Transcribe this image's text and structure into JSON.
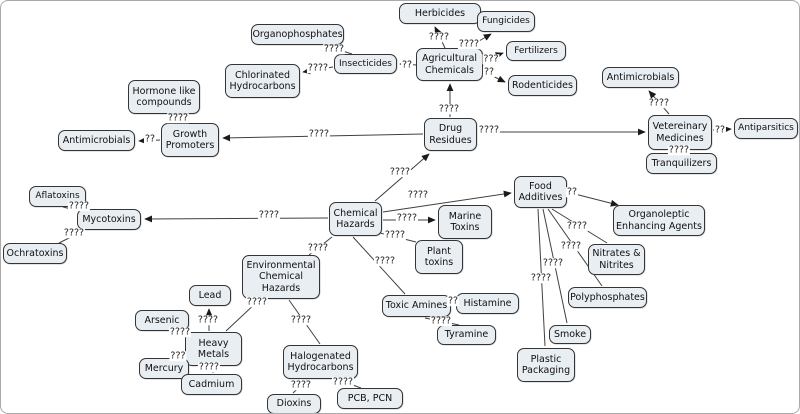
{
  "colors": {
    "background": "#ffffff",
    "node_fill": "#e9eef3",
    "node_border": "#343434",
    "edge_color": "#404040",
    "edge_label_color": "#1b1b1b"
  },
  "nodes": [
    {
      "id": "herbicides",
      "label": "Herbicides"
    },
    {
      "id": "fungicides",
      "label": "Fungicides"
    },
    {
      "id": "organophosphates",
      "label": "Organophosphates"
    },
    {
      "id": "insecticides",
      "label": "Insecticides"
    },
    {
      "id": "agricultural-chemicals",
      "label": "Agricultural Chemicals"
    },
    {
      "id": "fertilizers",
      "label": "Fertilizers"
    },
    {
      "id": "rodenticides",
      "label": "Rodenticides"
    },
    {
      "id": "chlorinated-hydrocarbons",
      "label": "Chlorinated Hydrocarbons"
    },
    {
      "id": "antimicrobials-top",
      "label": "Antimicrobials"
    },
    {
      "id": "hormone-like-compounds",
      "label": "Hormone like compounds"
    },
    {
      "id": "growth-promoters",
      "label": "Growth Promoters"
    },
    {
      "id": "antimicrobials-left",
      "label": "Antimicrobials"
    },
    {
      "id": "drug-residues",
      "label": "Drug Residues"
    },
    {
      "id": "veterinary-medicines",
      "label": "Vetereinary Medicines"
    },
    {
      "id": "antiparsitics",
      "label": "Antiparsitics"
    },
    {
      "id": "tranquilizers",
      "label": "Tranquilizers"
    },
    {
      "id": "aflatoxins",
      "label": "Aflatoxins"
    },
    {
      "id": "mycotoxins",
      "label": "Mycotoxins"
    },
    {
      "id": "ochratoxins",
      "label": "Ochratoxins"
    },
    {
      "id": "chemical-hazards",
      "label": "Chemical Hazards"
    },
    {
      "id": "marine-toxins",
      "label": "Marine Toxins"
    },
    {
      "id": "plant-toxins",
      "label": "Plant toxins"
    },
    {
      "id": "food-additives",
      "label": "Food Additives"
    },
    {
      "id": "organoleptic-enhancing-agents",
      "label": "Organoleptic Enhancing Agents"
    },
    {
      "id": "nitrates-nitrites",
      "label": "Nitrates & Nitrites"
    },
    {
      "id": "polyphosphates",
      "label": "Polyphosphates"
    },
    {
      "id": "smoke",
      "label": "Smoke"
    },
    {
      "id": "plastic-packaging",
      "label": "Plastic Packaging"
    },
    {
      "id": "environmental-chemical-hazards",
      "label": "Environmental Chemical Hazards"
    },
    {
      "id": "lead",
      "label": "Lead"
    },
    {
      "id": "arsenic",
      "label": "Arsenic"
    },
    {
      "id": "heavy-metals",
      "label": "Heavy Metals"
    },
    {
      "id": "mercury",
      "label": "Mercury"
    },
    {
      "id": "cadmium",
      "label": "Cadmium"
    },
    {
      "id": "halogenated-hydrocarbons",
      "label": "Halogenated Hydrocarbons"
    },
    {
      "id": "dioxins",
      "label": "Dioxins"
    },
    {
      "id": "pcb-pcn",
      "label": "PCB, PCN"
    },
    {
      "id": "toxic-amines",
      "label": "Toxic Amines"
    },
    {
      "id": "histamine",
      "label": "Histamine"
    },
    {
      "id": "tyramine",
      "label": "Tyramine"
    }
  ],
  "edges": [
    {
      "from": "agricultural-chemicals",
      "to": "herbicides",
      "label": "????",
      "arrow": true
    },
    {
      "from": "agricultural-chemicals",
      "to": "fungicides",
      "label": "????",
      "arrow": true
    },
    {
      "from": "agricultural-chemicals",
      "to": "fertilizers",
      "label": "???",
      "arrow": true
    },
    {
      "from": "agricultural-chemicals",
      "to": "rodenticides",
      "label": "??",
      "arrow": true
    },
    {
      "from": "agricultural-chemicals",
      "to": "insecticides",
      "label": "??",
      "arrow": true
    },
    {
      "from": "insecticides",
      "to": "organophosphates",
      "label": "????",
      "arrow": false
    },
    {
      "from": "insecticides",
      "to": "chlorinated-hydrocarbons",
      "label": "????",
      "arrow": true
    },
    {
      "from": "drug-residues",
      "to": "agricultural-chemicals",
      "label": "????",
      "arrow": true
    },
    {
      "from": "drug-residues",
      "to": "growth-promoters",
      "label": "????",
      "arrow": true
    },
    {
      "from": "drug-residues",
      "to": "veterinary-medicines",
      "label": "????",
      "arrow": true
    },
    {
      "from": "growth-promoters",
      "to": "hormone-like-compounds",
      "label": "????",
      "arrow": false
    },
    {
      "from": "growth-promoters",
      "to": "antimicrobials-left",
      "label": "??",
      "arrow": true
    },
    {
      "from": "veterinary-medicines",
      "to": "antimicrobials-top",
      "label": "????",
      "arrow": true
    },
    {
      "from": "veterinary-medicines",
      "to": "antiparsitics",
      "label": "??",
      "arrow": true
    },
    {
      "from": "veterinary-medicines",
      "to": "tranquilizers",
      "label": "????",
      "arrow": false
    },
    {
      "from": "chemical-hazards",
      "to": "drug-residues",
      "label": "????",
      "arrow": true
    },
    {
      "from": "chemical-hazards",
      "to": "food-additives",
      "label": "????",
      "arrow": true
    },
    {
      "from": "chemical-hazards",
      "to": "marine-toxins",
      "label": "????",
      "arrow": true
    },
    {
      "from": "chemical-hazards",
      "to": "plant-toxins",
      "label": "????",
      "arrow": false
    },
    {
      "from": "chemical-hazards",
      "to": "mycotoxins",
      "label": "????",
      "arrow": true
    },
    {
      "from": "chemical-hazards",
      "to": "environmental-chemical-hazards",
      "label": "????",
      "arrow": false
    },
    {
      "from": "chemical-hazards",
      "to": "toxic-amines",
      "label": "????",
      "arrow": false
    },
    {
      "from": "environmental-chemical-hazards",
      "to": "heavy-metals",
      "label": "????",
      "arrow": false
    },
    {
      "from": "environmental-chemical-hazards",
      "to": "halogenated-hydrocarbons",
      "label": "????",
      "arrow": false
    },
    {
      "from": "heavy-metals",
      "to": "lead",
      "label": "????",
      "arrow": true
    },
    {
      "from": "heavy-metals",
      "to": "arsenic",
      "label": "????",
      "arrow": false
    },
    {
      "from": "heavy-metals",
      "to": "mercury",
      "label": "???",
      "arrow": false
    },
    {
      "from": "heavy-metals",
      "to": "cadmium",
      "label": "????",
      "arrow": false
    },
    {
      "from": "halogenated-hydrocarbons",
      "to": "dioxins",
      "label": "????",
      "arrow": false
    },
    {
      "from": "halogenated-hydrocarbons",
      "to": "pcb-pcn",
      "label": "????",
      "arrow": false
    },
    {
      "from": "toxic-amines",
      "to": "histamine",
      "label": "??",
      "arrow": false
    },
    {
      "from": "toxic-amines",
      "to": "tyramine",
      "label": "????",
      "arrow": false
    },
    {
      "from": "food-additives",
      "to": "organoleptic-enhancing-agents",
      "label": "??",
      "arrow": true
    },
    {
      "from": "food-additives",
      "to": "nitrates-nitrites",
      "label": "????",
      "arrow": false
    },
    {
      "from": "food-additives",
      "to": "polyphosphates",
      "label": "????",
      "arrow": false
    },
    {
      "from": "food-additives",
      "to": "smoke",
      "label": "????",
      "arrow": false
    },
    {
      "from": "food-additives",
      "to": "plastic-packaging",
      "label": "????",
      "arrow": false
    },
    {
      "from": "mycotoxins",
      "to": "aflatoxins",
      "label": "????",
      "arrow": false
    },
    {
      "from": "mycotoxins",
      "to": "ochratoxins",
      "label": "????",
      "arrow": false
    }
  ]
}
